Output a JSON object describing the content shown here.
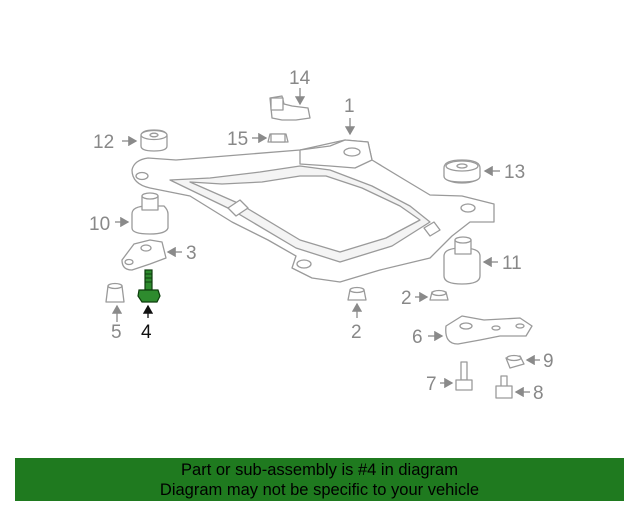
{
  "diagram": {
    "callouts": {
      "c14": "14",
      "c1": "1",
      "c12": "12",
      "c15": "15",
      "c13": "13",
      "c10": "10",
      "c3": "3",
      "c11": "11",
      "c4": "4",
      "c5": "5",
      "c2a": "2",
      "c2b": "2",
      "c6": "6",
      "c9": "9",
      "c7": "7",
      "c8": "8"
    },
    "highlighted_part": "4",
    "highlight_color": "#2e8b2e"
  },
  "banner": {
    "line1": "Part or sub-assembly is #4 in diagram",
    "line2": "Diagram may not be specific to your vehicle",
    "background": "#1f7a1f"
  }
}
